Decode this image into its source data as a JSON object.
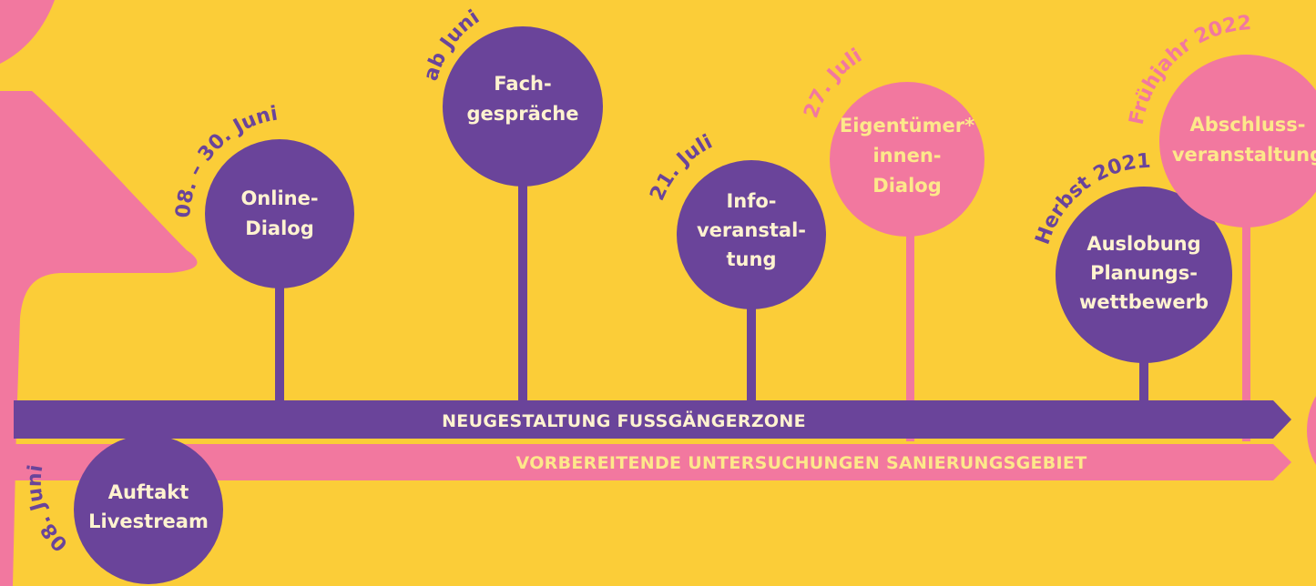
{
  "colors": {
    "background": "#fbcd38",
    "purple": "#6a449a",
    "pink": "#f2789f",
    "label_light": "#fff3d0",
    "label_yellow": "#fde88a"
  },
  "bars": {
    "main": "NEUGESTALTUNG FUSSGÄNGERZONE",
    "secondary": "VORBEREITENDE UNTERSUCHUNGEN SANIERUNGSGEBIET"
  },
  "milestones": [
    {
      "id": "auftakt",
      "date": "08. Juni",
      "lines": [
        "Auftakt",
        "Livestream"
      ]
    },
    {
      "id": "online",
      "date": "08. – 30. Juni",
      "lines": [
        "Online-",
        "Dialog"
      ]
    },
    {
      "id": "fach",
      "date": "ab Juni",
      "lines": [
        "Fach-",
        "gespräche"
      ]
    },
    {
      "id": "info",
      "date": "21. Juli",
      "lines": [
        "Info-",
        "veranstal-",
        "tung"
      ]
    },
    {
      "id": "eigen",
      "date": "27. Juli",
      "lines": [
        "Eigentümer*",
        "innen-",
        "Dialog"
      ]
    },
    {
      "id": "auslobung",
      "date": "Herbst 2021",
      "lines": [
        "Auslobung",
        "Planungs-",
        "wettbewerb"
      ]
    },
    {
      "id": "abschluss",
      "date": "Frühjahr 2022",
      "lines": [
        "Abschluss-",
        "veranstaltung"
      ]
    }
  ]
}
